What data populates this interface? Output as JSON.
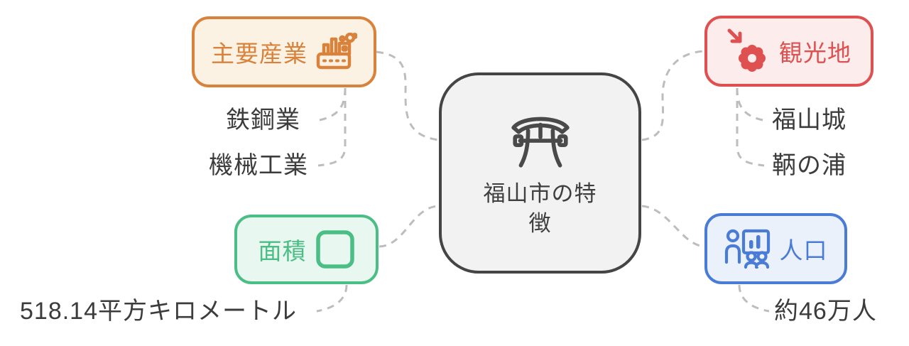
{
  "center": {
    "title": "福山市の特徴",
    "icon": "torii-icon"
  },
  "branches": [
    {
      "id": "industry",
      "label": "主要産業",
      "icon": "factory-icon",
      "border_color": "#D9823B",
      "background_color": "#FCF2E4",
      "children": [
        "鉄鋼業",
        "機械工業"
      ]
    },
    {
      "id": "sightseeing",
      "label": "観光地",
      "icon": "arrow-flower-icon",
      "border_color": "#DF5050",
      "background_color": "#FCECEB",
      "children": [
        "福山城",
        "鞆の浦"
      ]
    },
    {
      "id": "area",
      "label": "面積",
      "icon": "square-icon",
      "border_color": "#4BBE85",
      "background_color": "#E8F7EF",
      "children": [
        "518.14平方キロメートル"
      ]
    },
    {
      "id": "population",
      "label": "人口",
      "icon": "people-chart-icon",
      "border_color": "#4A7CD6",
      "background_color": "#EAF1FB",
      "children": [
        "約46万人"
      ]
    }
  ],
  "style": {
    "connector_color": "#BDBDBD",
    "center_border_color": "#454545",
    "center_background_color": "#F2F2F2",
    "text_color": "#3C3C3C"
  }
}
